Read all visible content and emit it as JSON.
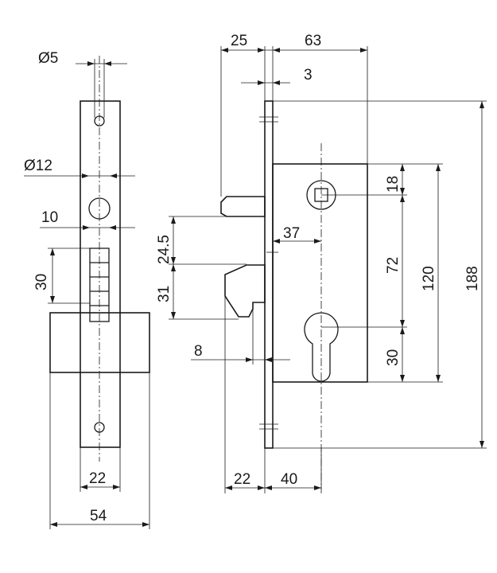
{
  "front_view": {
    "hole_diameter_small": "Ø5",
    "hole_diameter_large": "Ø12",
    "hole_offset": "10",
    "bolt_height": "30",
    "plate_width": "22",
    "body_width": "54"
  },
  "side_view": {
    "bolt_throw": "25",
    "body_depth": "63",
    "faceplate_thickness": "3",
    "spindle_offset": "18",
    "follower_distance": "37",
    "bolt_spacing": "24.5",
    "latch_height": "31",
    "center_distance": "72",
    "case_height": "120",
    "overall_height": "188",
    "cylinder_offset": "30",
    "latch_gap": "8",
    "latch_throw": "22",
    "backset": "40"
  }
}
